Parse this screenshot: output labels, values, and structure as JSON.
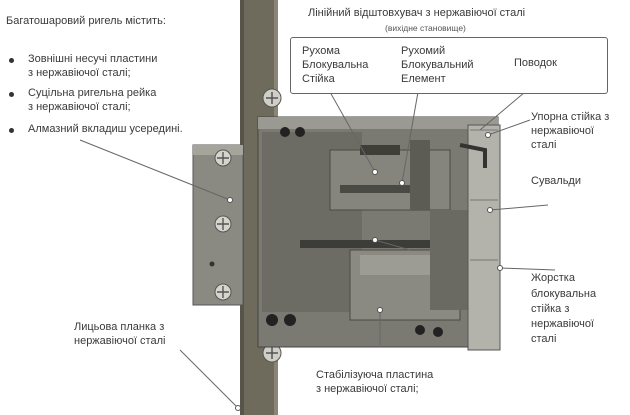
{
  "title": "Багатошаровий ригель містить:",
  "bullets": [
    "Зовнішні несучі пластини",
    "з нержавіючої сталі;",
    "Суцільна ригельна рейка",
    "з нержавіючої сталі;",
    "Алмазний вкладиш усередині."
  ],
  "top_heading": "Лінійний відштовхувач з нержавіючої сталі",
  "top_subheading": "(вихідне становище)",
  "box_labels": {
    "movable_stand": [
      "Рухома",
      "Блокувальна",
      "Стійка"
    ],
    "movable_element": [
      "Рухомий",
      "Блокувальний",
      "Елемент"
    ],
    "leash": "Поводок"
  },
  "right_labels": {
    "stop_stand": [
      "Упорна стійка з",
      "нержавіючої",
      "сталі"
    ],
    "tumblers": "Сувальди",
    "rigid_stand": [
      "Жорстка",
      "блокувальна",
      "стійка з",
      "нержавіючої",
      "сталі"
    ]
  },
  "bottom_labels": {
    "face_plate": [
      "Лицьова планка з",
      "нержавіючої сталі"
    ],
    "stab_plate": [
      "Стабілізуюча пластина",
      "з нержавіючої сталі;"
    ]
  },
  "colors": {
    "metal": "#7a7a72",
    "metal_dark": "#4a4a44",
    "metal_light": "#b8b8b0",
    "faceplate": "#6e6a5c"
  }
}
